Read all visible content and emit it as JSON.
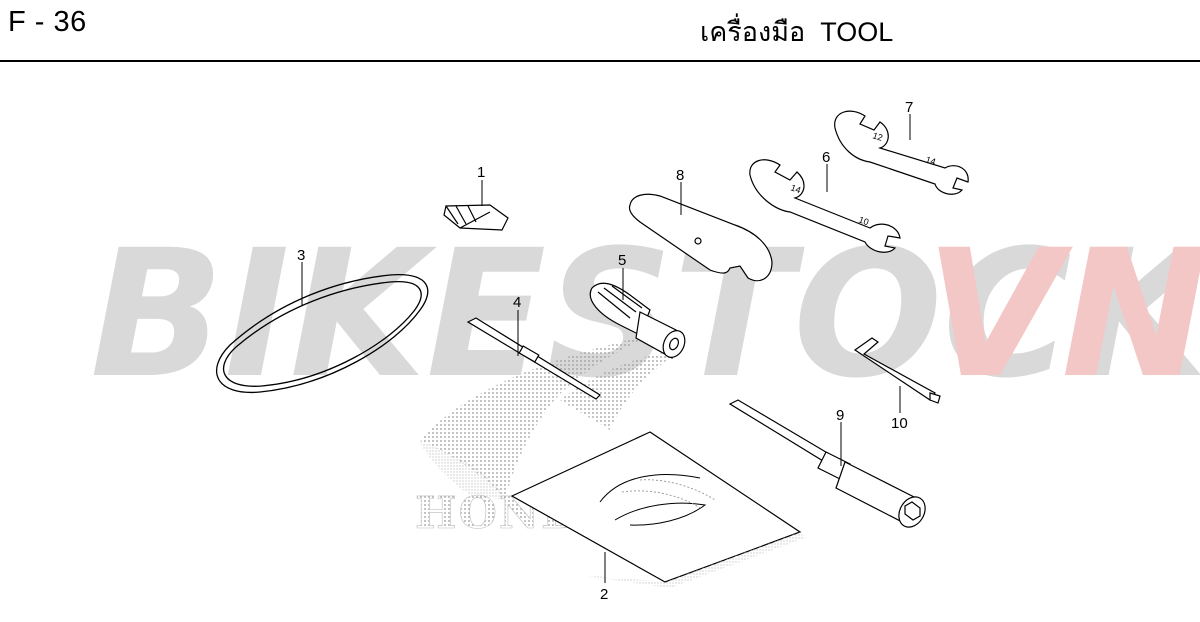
{
  "header": {
    "page_code": "F - 36",
    "title": "เครื่องมือ  TOOL"
  },
  "watermark": {
    "text_main": "BIKESTOCK",
    "text_accent": "VN",
    "color_main": "#d9d9d9",
    "color_accent": "#f4c7c7"
  },
  "logo": {
    "brand_text": "HONDA",
    "color": "#bdbdbd"
  },
  "callouts": [
    {
      "label": "1"
    },
    {
      "label": "2"
    },
    {
      "label": "3"
    },
    {
      "label": "4"
    },
    {
      "label": "5"
    },
    {
      "label": "6"
    },
    {
      "label": "7"
    },
    {
      "label": "8"
    },
    {
      "label": "9"
    },
    {
      "label": "10"
    }
  ],
  "wrench_marks": {
    "w6_a": "14",
    "w6_b": "10",
    "w7_a": "12",
    "w7_b": "14"
  },
  "colors": {
    "line": "#000000",
    "background": "#ffffff"
  }
}
